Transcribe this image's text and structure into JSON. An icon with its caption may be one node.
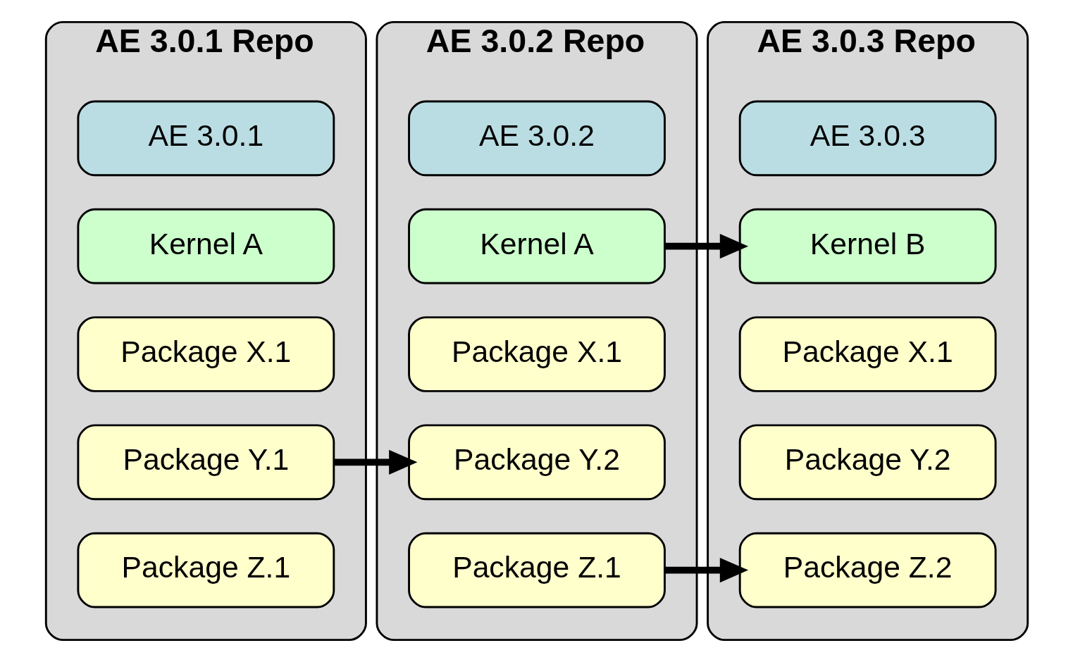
{
  "diagram": {
    "nodes": [
      {
        "text": [
          "AE 3.0.1 Repo"
        ]
      },
      {
        "text": [
          "AE 3.0.1"
        ],
        "in": 0
      },
      {
        "text": [
          "Kernel A"
        ],
        "in": 0
      },
      {
        "text": [
          "Package X.1"
        ],
        "in": 0
      },
      {
        "text": [
          "Package Y.1"
        ],
        "in": 0
      },
      {
        "text": [
          "Package Z.1"
        ],
        "in": 0
      },
      {
        "text": [
          "AE 3.0.2 Repo"
        ]
      },
      {
        "text": [
          "AE 3.0.2"
        ],
        "in": 6
      },
      {
        "text": [
          "Kernel A"
        ],
        "in": 6
      },
      {
        "text": [
          "Package X.1"
        ],
        "in": 6
      },
      {
        "text": [
          "Package Y.2"
        ],
        "in": 6
      },
      {
        "text": [
          "Package Z.1"
        ],
        "in": 6
      },
      {
        "text": [
          "AE 3.0.3 Repo"
        ]
      },
      {
        "text": [
          "AE 3.0.3"
        ],
        "in": 12
      },
      {
        "text": [
          "Kernel B"
        ],
        "in": 12
      },
      {
        "text": [
          "Package X.1"
        ],
        "in": 12
      },
      {
        "text": [
          "Package Y.2"
        ],
        "in": 12
      },
      {
        "text": [
          "Package Z.2"
        ],
        "in": 12
      }
    ],
    "edges": [
      {
        "from": 4,
        "to": 10,
        "arrow": "to"
      },
      {
        "from": 8,
        "to": 14,
        "arrow": "to"
      },
      {
        "from": 11,
        "to": 17,
        "arrow": "to"
      }
    ]
  }
}
